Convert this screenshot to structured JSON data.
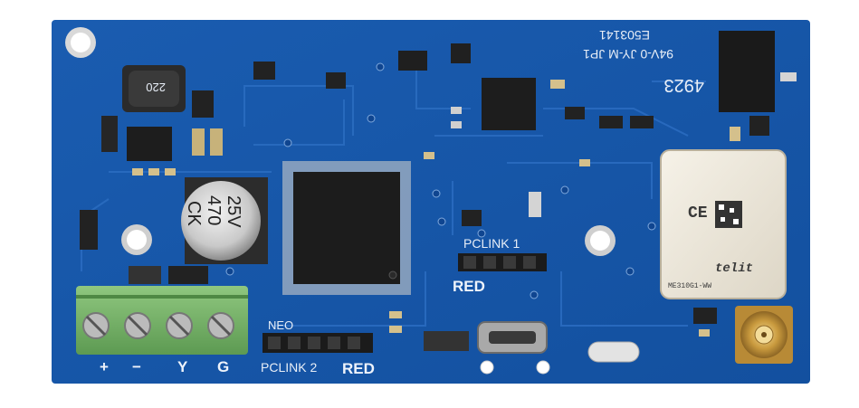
{
  "silkscreen": {
    "cert_line1": "94V-0 JY-M JP1",
    "cert_line2": "E503141",
    "board_code": "4923",
    "pclink1": "PCLINK 1",
    "red_right": "RED",
    "neo": "NEO",
    "pclink2": "PCLINK 2",
    "red_left": "RED",
    "terminal_plus": "+",
    "terminal_minus": "−",
    "terminal_y": "Y",
    "terminal_g": "G"
  },
  "components": {
    "capacitor_line1": "470",
    "capacitor_line2": "25V",
    "capacitor_brand": "CK",
    "inductor_mark": "220",
    "modem_model": "ME310G1-WW",
    "modem_brand": "telit"
  },
  "colors": {
    "pcb": "#1756a8",
    "pcb_dark": "#0f4590",
    "terminal_green": "#78b46a",
    "connector_black": "#1b1b1b"
  }
}
